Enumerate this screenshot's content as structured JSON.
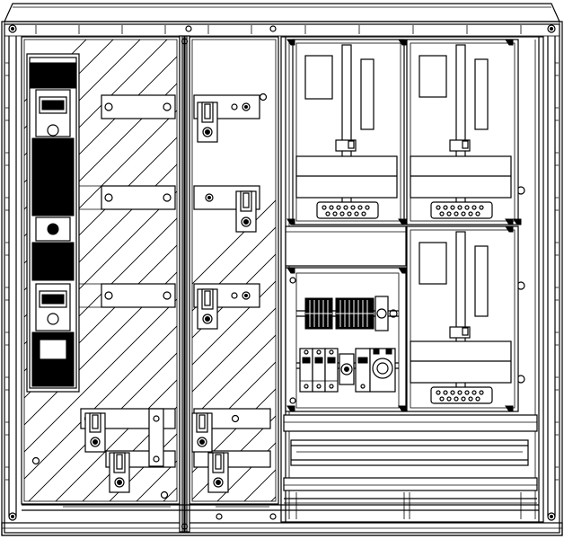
{
  "drawing": {
    "kind": "line-drawing",
    "colors": {
      "stroke": "#000000",
      "background": "#ffffff"
    }
  },
  "parts": {
    "enclosure": "enclosure-frame",
    "left_door": "hatched-cover-left",
    "fuse_switch": "vertical-fuse-switch-disconnector",
    "busbars": "horizontal-busbar",
    "terminals": "busbar-clamp-terminal",
    "meter_slots": "meter-mounting-plate",
    "meter_count": 3,
    "din_module": "din-rail-module-panel",
    "cable_duct": "horizontal-cable-duct"
  }
}
